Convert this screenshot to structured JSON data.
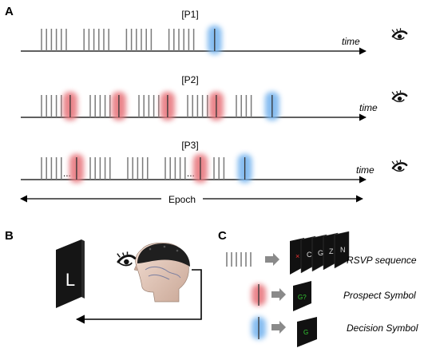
{
  "panels": {
    "a": "A",
    "b": "B",
    "c": "C"
  },
  "rows": [
    {
      "label": "[P1]",
      "axis": "time",
      "groups": [
        6,
        6,
        6,
        6
      ],
      "ellipsis": [],
      "red": [],
      "blue": 1
    },
    {
      "label": "[P2]",
      "axis": "time",
      "groups": [
        5,
        5,
        5,
        5,
        4
      ],
      "ellipsis": [],
      "red": [
        1,
        2,
        3,
        4
      ],
      "blue": 1
    },
    {
      "label": "[P3]",
      "axis": "time",
      "groups": [
        5,
        5,
        5,
        5,
        3
      ],
      "ellipsis": [
        1,
        4
      ],
      "red": [
        1,
        4
      ],
      "blue": 1
    }
  ],
  "epoch_label": "Epoch",
  "stimulus_letter": "L",
  "legend": [
    {
      "symbol": "rsvp-bars",
      "label": "RSVP sequence"
    },
    {
      "symbol": "red-bar",
      "label": "Prospect Symbol"
    },
    {
      "symbol": "blue-bar",
      "label": "Decision Symbol"
    }
  ],
  "colors": {
    "prospect_glow": "#e8787f",
    "decision_glow": "#79b6ef",
    "screen": "#151515",
    "cap": "#1f1f1f"
  },
  "icons": [
    "eye-icon",
    "head-icon",
    "monitor-icon",
    "arrow-icon"
  ]
}
